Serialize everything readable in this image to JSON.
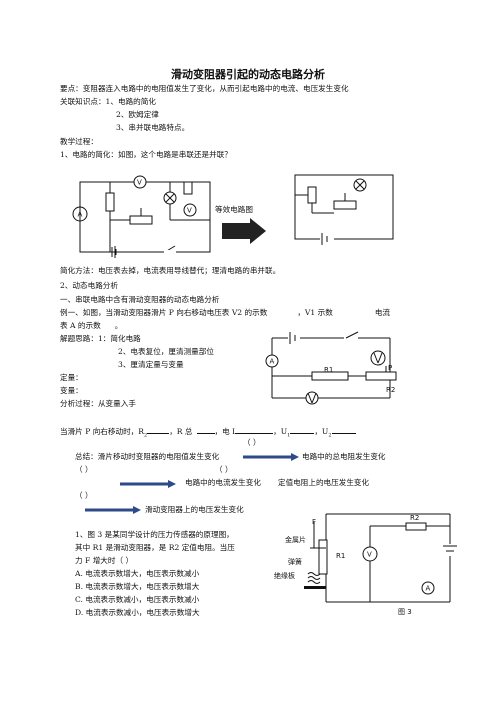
{
  "title": "滑动变阻器引起的动态电路分析",
  "intro": {
    "l1": "要点：变阻器连入电路中的电阻值发生了变化，从而引起电路中的电流、电压发生变化",
    "l2": "关联知识点：1、电路的简化",
    "l3": "2、欧姆定律",
    "l4": "3、串并联电路特点。",
    "l5": "教学过程：",
    "l6": "1、电路的简化：如图，这个电路是串联还是并联？"
  },
  "fig1": {
    "equiv_label": "等效电路图"
  },
  "section2": {
    "l1": "简化方法：电压表去掉，电流表用导线替代；理清电路的串并联。",
    "l2": "2、动态电路分析",
    "l3": "一、串联电路中含有滑动变阻器的动态电路分析",
    "l4a": "例一、如图，当滑动变阻器滑片 P 向右移动电压表 V2 的示数",
    "l4b": "，V1 示数",
    "l4c": "电流",
    "l5a": "表 A 的示数",
    "l5b": "。",
    "l6": "解题思路：1：简化电路",
    "l7": "2、电表复位，厘清测量部位",
    "l8": "3、厘清定量与变量",
    "l9": "定量：",
    "l10": "变量：",
    "l11": "分析过程：从变量入手"
  },
  "fig2": {
    "r1": "R1",
    "r2": "R2",
    "p": "P"
  },
  "process": {
    "l1a": "当滑片 P 向右移动时，R",
    "l1b": "，R 总",
    "l1c": "，电 I",
    "l1d": "，U",
    "l1e": "，U",
    "sub2": "2",
    "sub1": "1",
    "paren": "（          ）",
    "l2a": "总结：滑片移动时变阻器的电阻值发生变化",
    "l2b": "电路中的总电阻发生变化",
    "l3a": "（          ）",
    "l3b": "（          ）",
    "l4a": "电路中的电流发生变化",
    "l4b": "定值电阻上的电压发生变化",
    "l5": "（          ）",
    "l6": "滑动变阻器上的电压发生变化"
  },
  "q1": {
    "l1": "1、图 3 是某同学设计的压力传感器的原理图，",
    "l2": "其中 R1 是滑动变阻器，是 R2 定值电阻。当压",
    "l3": "力 F 增大时（          ）",
    "a": "A. 电流表示数增大，电压表示数减小",
    "b": "B. 电流表示数增大，电压表示数增大",
    "c": "C. 电流表示数减小，电压表示数减小",
    "d": "D. 电流表示数减小，电压表示数增大"
  },
  "fig3": {
    "metal": "金属片",
    "spring": "弹簧",
    "insul": "绝缘板",
    "f": "F",
    "r1": "R1",
    "r2": "R2",
    "v": "V",
    "a": "A",
    "caption": "图 3"
  }
}
